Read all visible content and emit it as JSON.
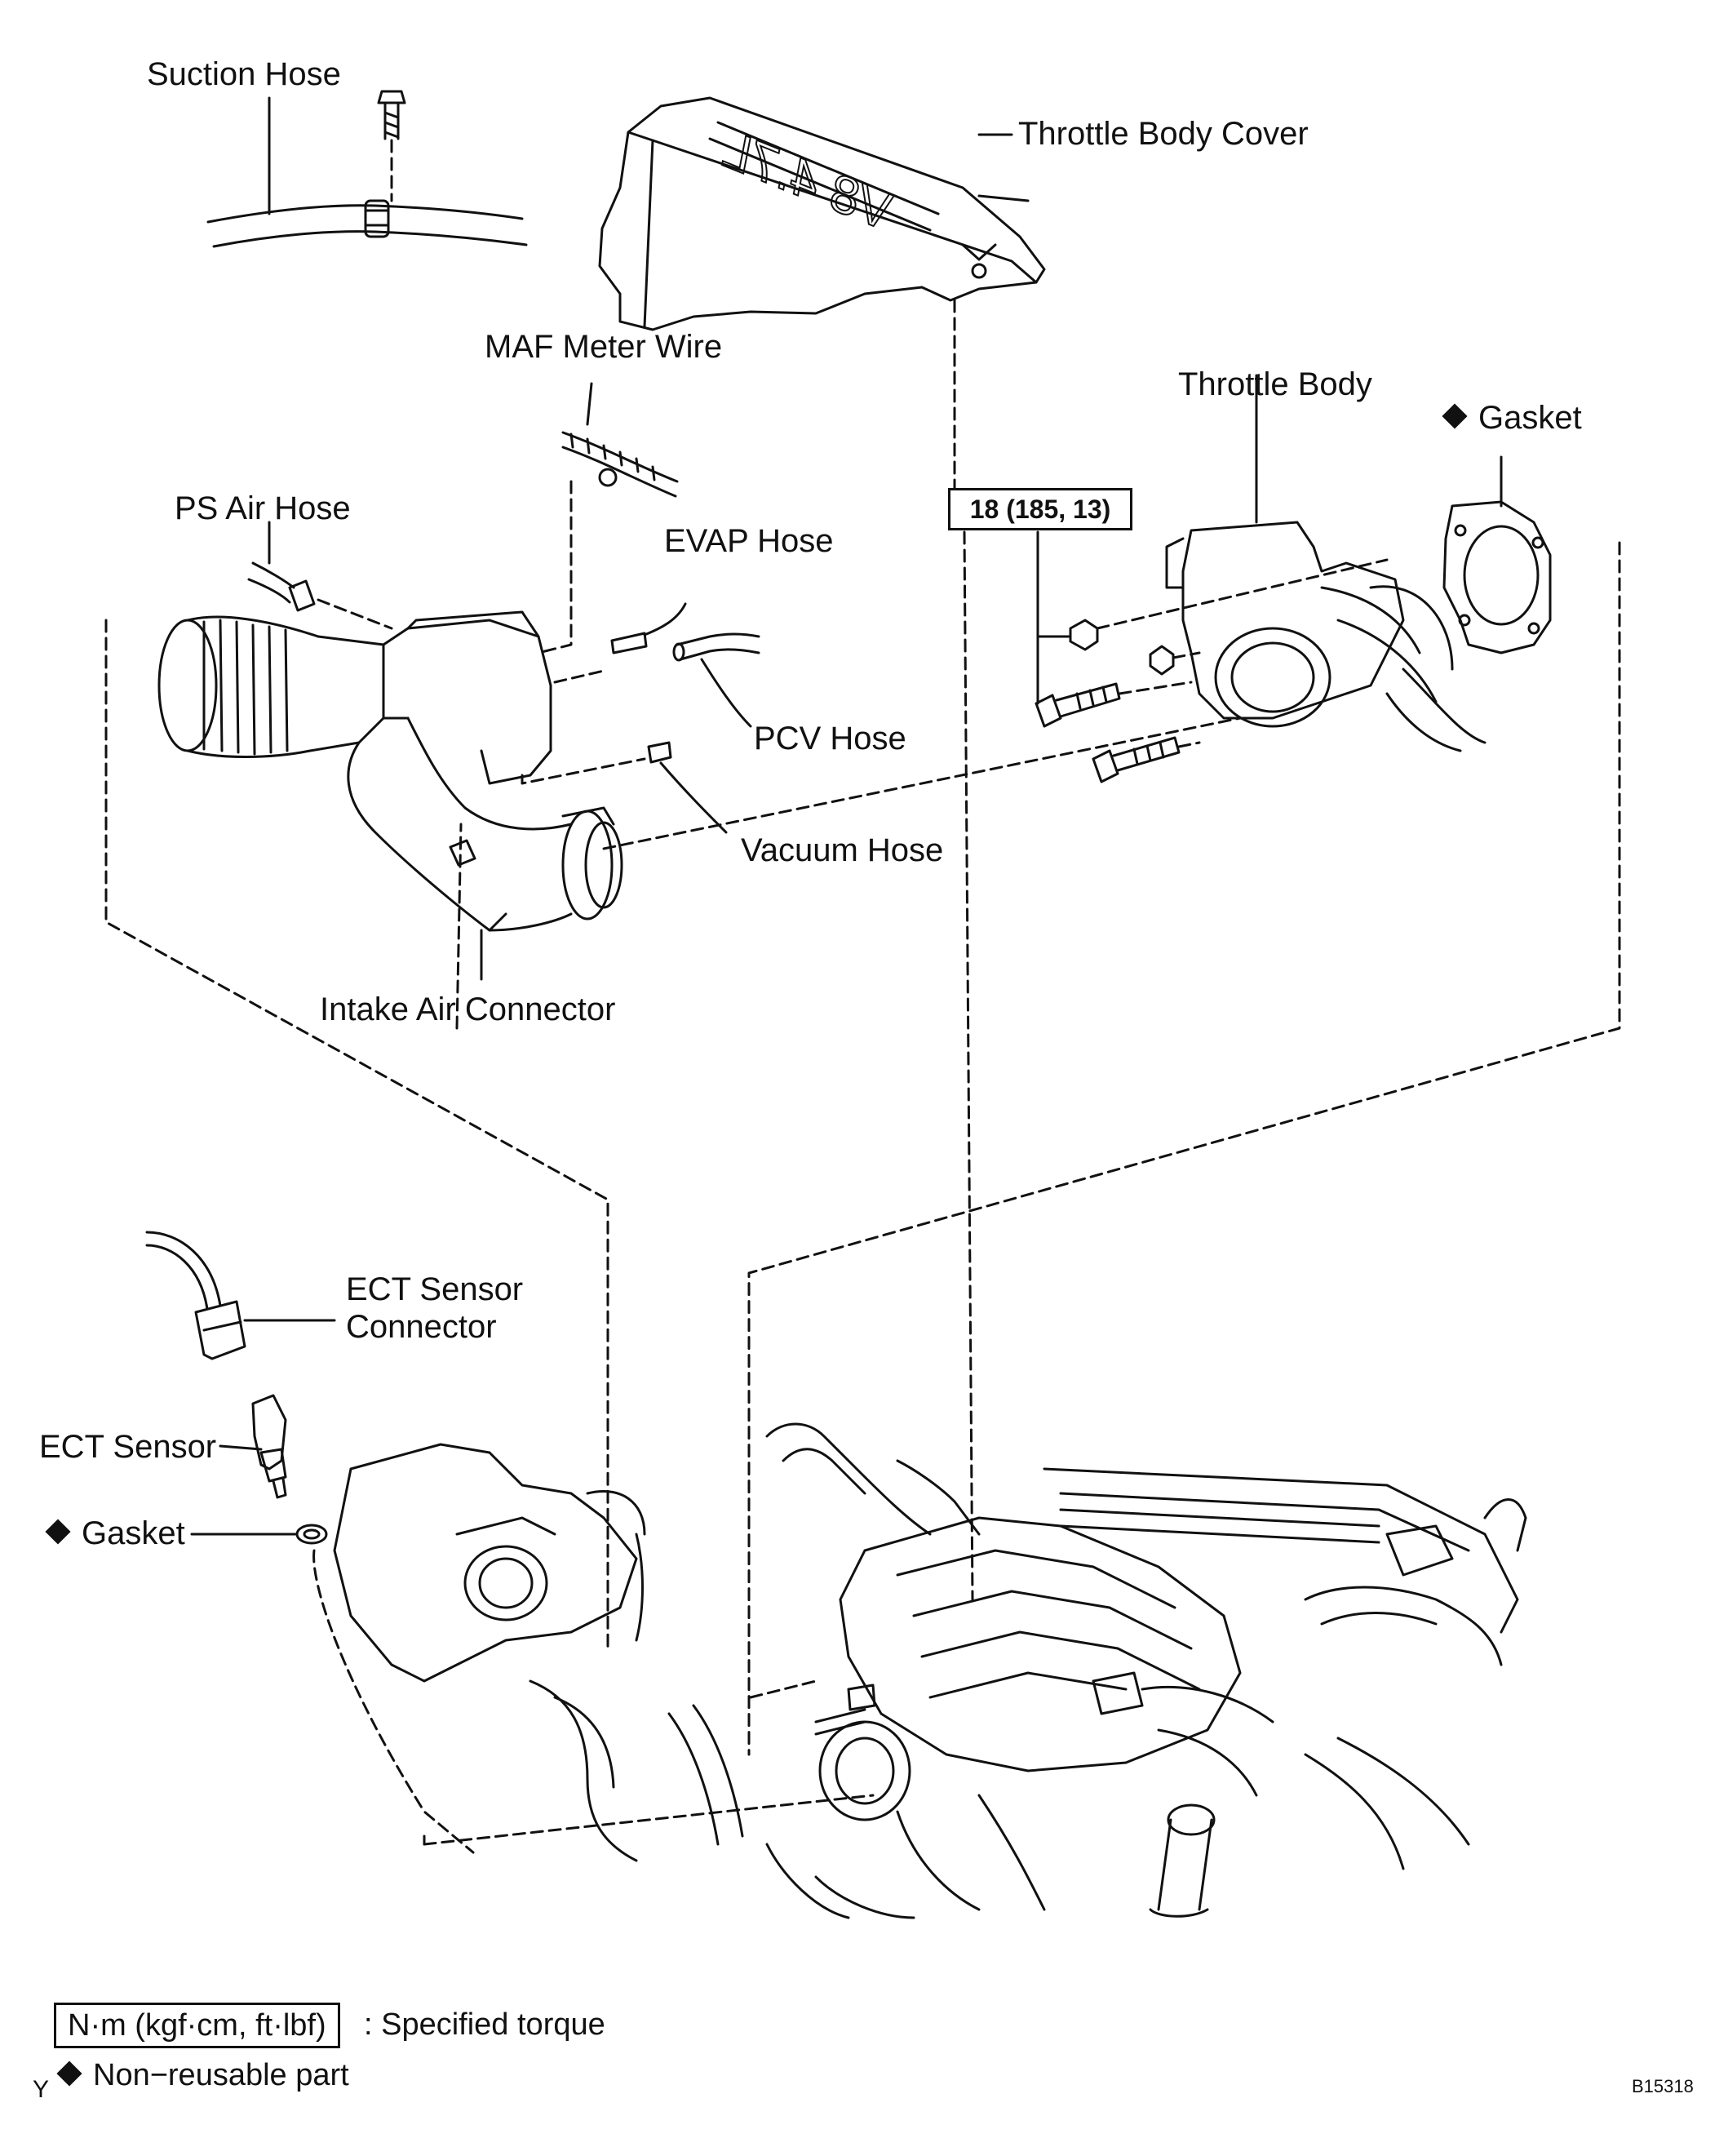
{
  "labels": {
    "suction_hose": "Suction Hose",
    "throttle_body_cover": "Throttle Body Cover",
    "maf_meter_wire": "MAF Meter Wire",
    "throttle_body": "Throttle Body",
    "gasket_upper": "Gasket",
    "ps_air_hose": "PS Air Hose",
    "evap_hose": "EVAP Hose",
    "pcv_hose": "PCV Hose",
    "vacuum_hose": "Vacuum Hose",
    "intake_air_connector": "Intake Air Connector",
    "ect_sensor_connector_line1": "ECT Sensor",
    "ect_sensor_connector_line2": "Connector",
    "ect_sensor": "ECT Sensor",
    "gasket_lower": "Gasket"
  },
  "torque_callout": "18 (185, 13)",
  "cover_emblem": "V8 4.7L",
  "legend": {
    "torque_units": "N·m (kgf·cm, ft·lbf)",
    "torque_desc": ": Specified torque",
    "non_reusable": "Non−reusable part"
  },
  "figure_code": "B15318",
  "corner_mark": "Y",
  "colors": {
    "ink": "#111111",
    "paper": "#ffffff"
  }
}
